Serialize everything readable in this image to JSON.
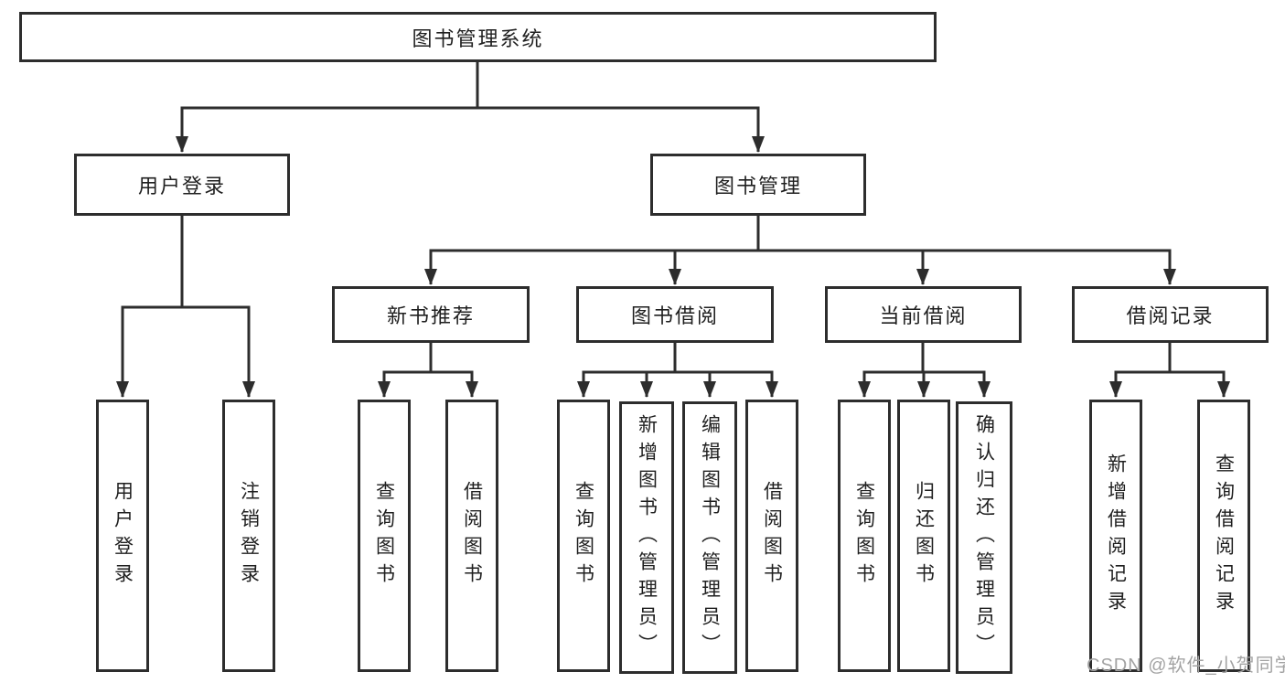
{
  "page": {
    "background": "#ffffff"
  },
  "colors": {
    "line": "#2d2d2d",
    "box_border": "#2d2d2d",
    "text": "#1f1f1f",
    "watermark_text": "#a3a3a3"
  },
  "watermark": {
    "text": "CSDN @软件_小贺同学"
  },
  "nodes": {
    "root": {
      "label": "图书管理系统"
    },
    "user_login": {
      "label": "用户登录",
      "children": [
        {
          "label": "用户登录"
        },
        {
          "label": "注销登录"
        }
      ]
    },
    "book_management": {
      "label": "图书管理"
    },
    "new_book_recommend": {
      "label": "新书推荐",
      "children": [
        {
          "label": "查询图书"
        },
        {
          "label": "借阅图书"
        }
      ]
    },
    "book_borrowing": {
      "label": "图书借阅",
      "children": [
        {
          "label": "查询图书"
        },
        {
          "label": "新增图书（管理员）"
        },
        {
          "label": "编辑图书（管理员）"
        },
        {
          "label": "借阅图书"
        }
      ]
    },
    "current_borrowing": {
      "label": "当前借阅",
      "children": [
        {
          "label": "查询图书"
        },
        {
          "label": "归还图书"
        },
        {
          "label": "确认归还（管理员）"
        }
      ]
    },
    "borrow_records": {
      "label": "借阅记录",
      "children": [
        {
          "label": "新增借阅记录"
        },
        {
          "label": "查询借阅记录"
        }
      ]
    }
  }
}
